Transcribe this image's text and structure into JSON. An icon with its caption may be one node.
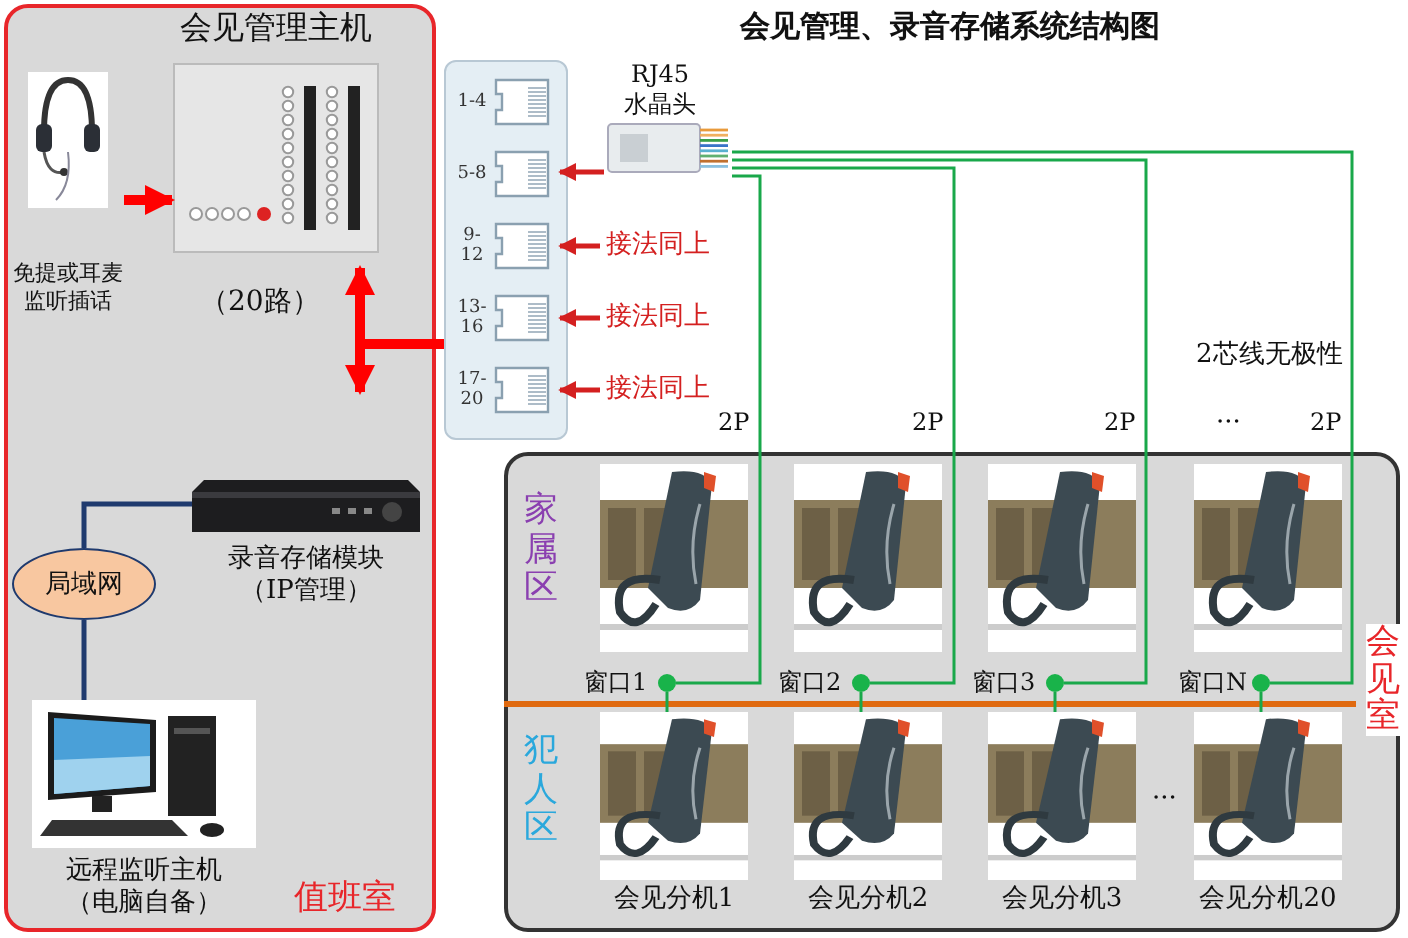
{
  "diagram": {
    "title": "会见管理、录音存储系统结构图",
    "nodes": [
      {
        "text": [
          "值班室"
        ]
      },
      {
        "text": [
          "会见管理主机"
        ],
        "beside": [
          "（20路）"
        ],
        "in": 0
      },
      {
        "text": [
          "免提或耳麦监听插话"
        ],
        "in": 0
      },
      {
        "text": [
          "录音存储模块（IP管理）"
        ],
        "in": 0
      },
      {
        "text": [
          "局域网"
        ],
        "in": 0
      },
      {
        "text": [
          "远程监听主机（电脑自备）"
        ],
        "in": 0
      },
      {
        "text": [],
        "shape": "box"
      },
      {
        "text": [
          "1-4"
        ],
        "in": 6
      },
      {
        "text": [
          "5-8"
        ],
        "in": 6
      },
      {
        "text": [
          "9-12"
        ],
        "in": 6
      },
      {
        "text": [
          "13-16"
        ],
        "in": 6
      },
      {
        "text": [
          "17-20"
        ],
        "in": 6
      },
      {
        "text": [
          "RJ45水晶头"
        ]
      },
      {
        "text": [
          "会见室"
        ]
      },
      {
        "text": [],
        "shape": "picture",
        "in": 13
      },
      {
        "text": [],
        "shape": "picture",
        "in": 13
      },
      {
        "text": [],
        "shape": "picture",
        "in": 13
      },
      {
        "text": [],
        "shape": "picture",
        "in": 13
      },
      {
        "text": [],
        "shape": "circle",
        "beside": [
          "窗口1"
        ],
        "in": 13
      },
      {
        "text": [],
        "shape": "circle",
        "beside": [
          "窗口2"
        ],
        "in": 13
      },
      {
        "text": [],
        "shape": "circle",
        "beside": [
          "窗口3"
        ],
        "in": 13
      },
      {
        "text": [],
        "shape": "circle",
        "beside": [
          "窗口N"
        ],
        "in": 13
      },
      {
        "text": [
          "会见分机1"
        ],
        "in": 13
      },
      {
        "text": [
          "会见分机2"
        ],
        "in": 13
      },
      {
        "text": [
          "会见分机3"
        ],
        "in": 13
      },
      {
        "text": [
          "会见分机20"
        ],
        "in": 13
      }
    ],
    "edges": [
      {
        "from": 2,
        "to": 1,
        "arrow": "to",
        "style": "thick",
        "color": "#ff0000"
      },
      {
        "from": 6,
        "to": 1,
        "arrow": "to",
        "style": "thick",
        "color": "#ff0000"
      },
      {
        "from": 6,
        "to": null,
        "arrow": "to",
        "style": "thick",
        "color": "#ff0000"
      },
      {
        "from": 12,
        "to": 8,
        "arrow": "to",
        "color": "#d42020"
      },
      {
        "from": null,
        "to": 9,
        "arrow": "to",
        "label": "接法同上",
        "color": "#d42020"
      },
      {
        "from": null,
        "to": 10,
        "arrow": "to",
        "label": "接法同上",
        "color": "#d42020"
      },
      {
        "from": null,
        "to": 11,
        "arrow": "to",
        "label": "接法同上",
        "color": "#d42020"
      },
      {
        "from": 3,
        "to": 4,
        "arrow": "none",
        "color": "#1f3a6e"
      },
      {
        "from": 4,
        "to": 5,
        "arrow": "none",
        "color": "#1f3a6e"
      },
      {
        "from": 12,
        "to": 18,
        "arrow": "none",
        "label": "2P"
      },
      {
        "from": 12,
        "to": 19,
        "arrow": "none",
        "label": "2P"
      },
      {
        "from": 12,
        "to": 20,
        "arrow": "none",
        "label": "2P"
      },
      {
        "from": 12,
        "to": 21,
        "arrow": "none",
        "label": "2P"
      },
      {
        "from": 18,
        "to": 22,
        "arrow": "none"
      },
      {
        "from": 19,
        "to": 23,
        "arrow": "none"
      },
      {
        "from": 20,
        "to": 24,
        "arrow": "none"
      },
      {
        "from": 21,
        "to": 25,
        "arrow": "none"
      }
    ],
    "labels": [
      "2芯线无极性",
      "···",
      "家属区",
      "犯人区",
      "···"
    ]
  }
}
